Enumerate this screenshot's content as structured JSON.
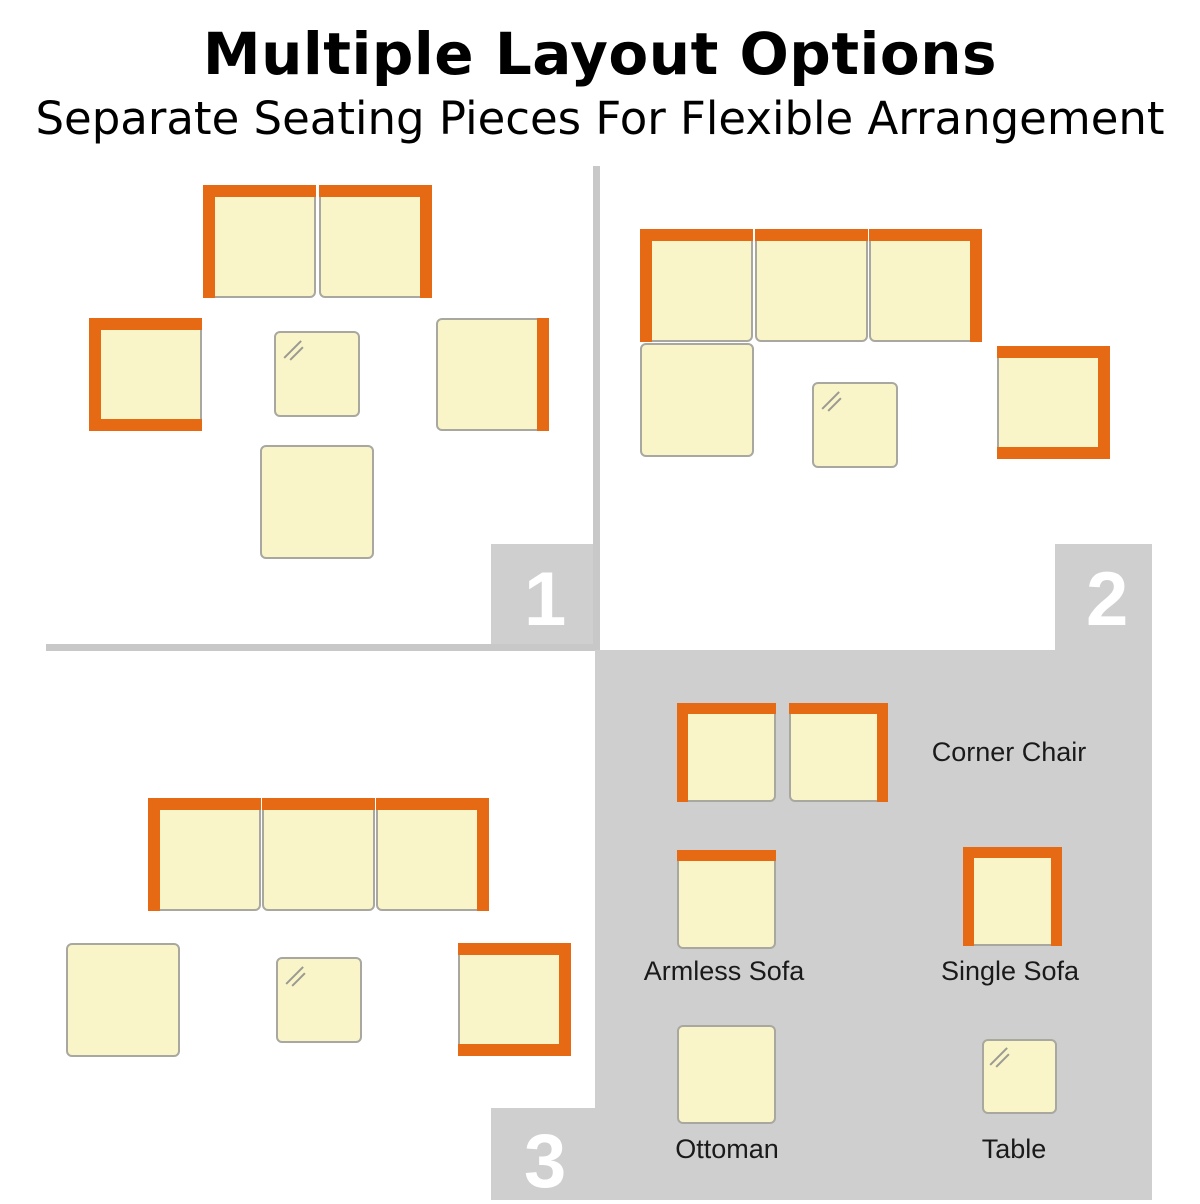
{
  "header": {
    "title": "Multiple Layout Options",
    "subtitle": "Separate Seating Pieces For Flexible Arrangement"
  },
  "layouts": [
    {
      "number": "1"
    },
    {
      "number": "2"
    },
    {
      "number": "3"
    }
  ],
  "legend": {
    "corner_chair": "Corner Chair",
    "armless_sofa": "Armless Sofa",
    "single_sofa": "Single Sofa",
    "ottoman": "Ottoman",
    "table": "Table"
  },
  "colors": {
    "arm": "#e56a13",
    "cushion": "#f9f5c8",
    "panel_gray": "#cfcfd0"
  },
  "icons": {
    "glass_table": "glass-table-icon"
  }
}
